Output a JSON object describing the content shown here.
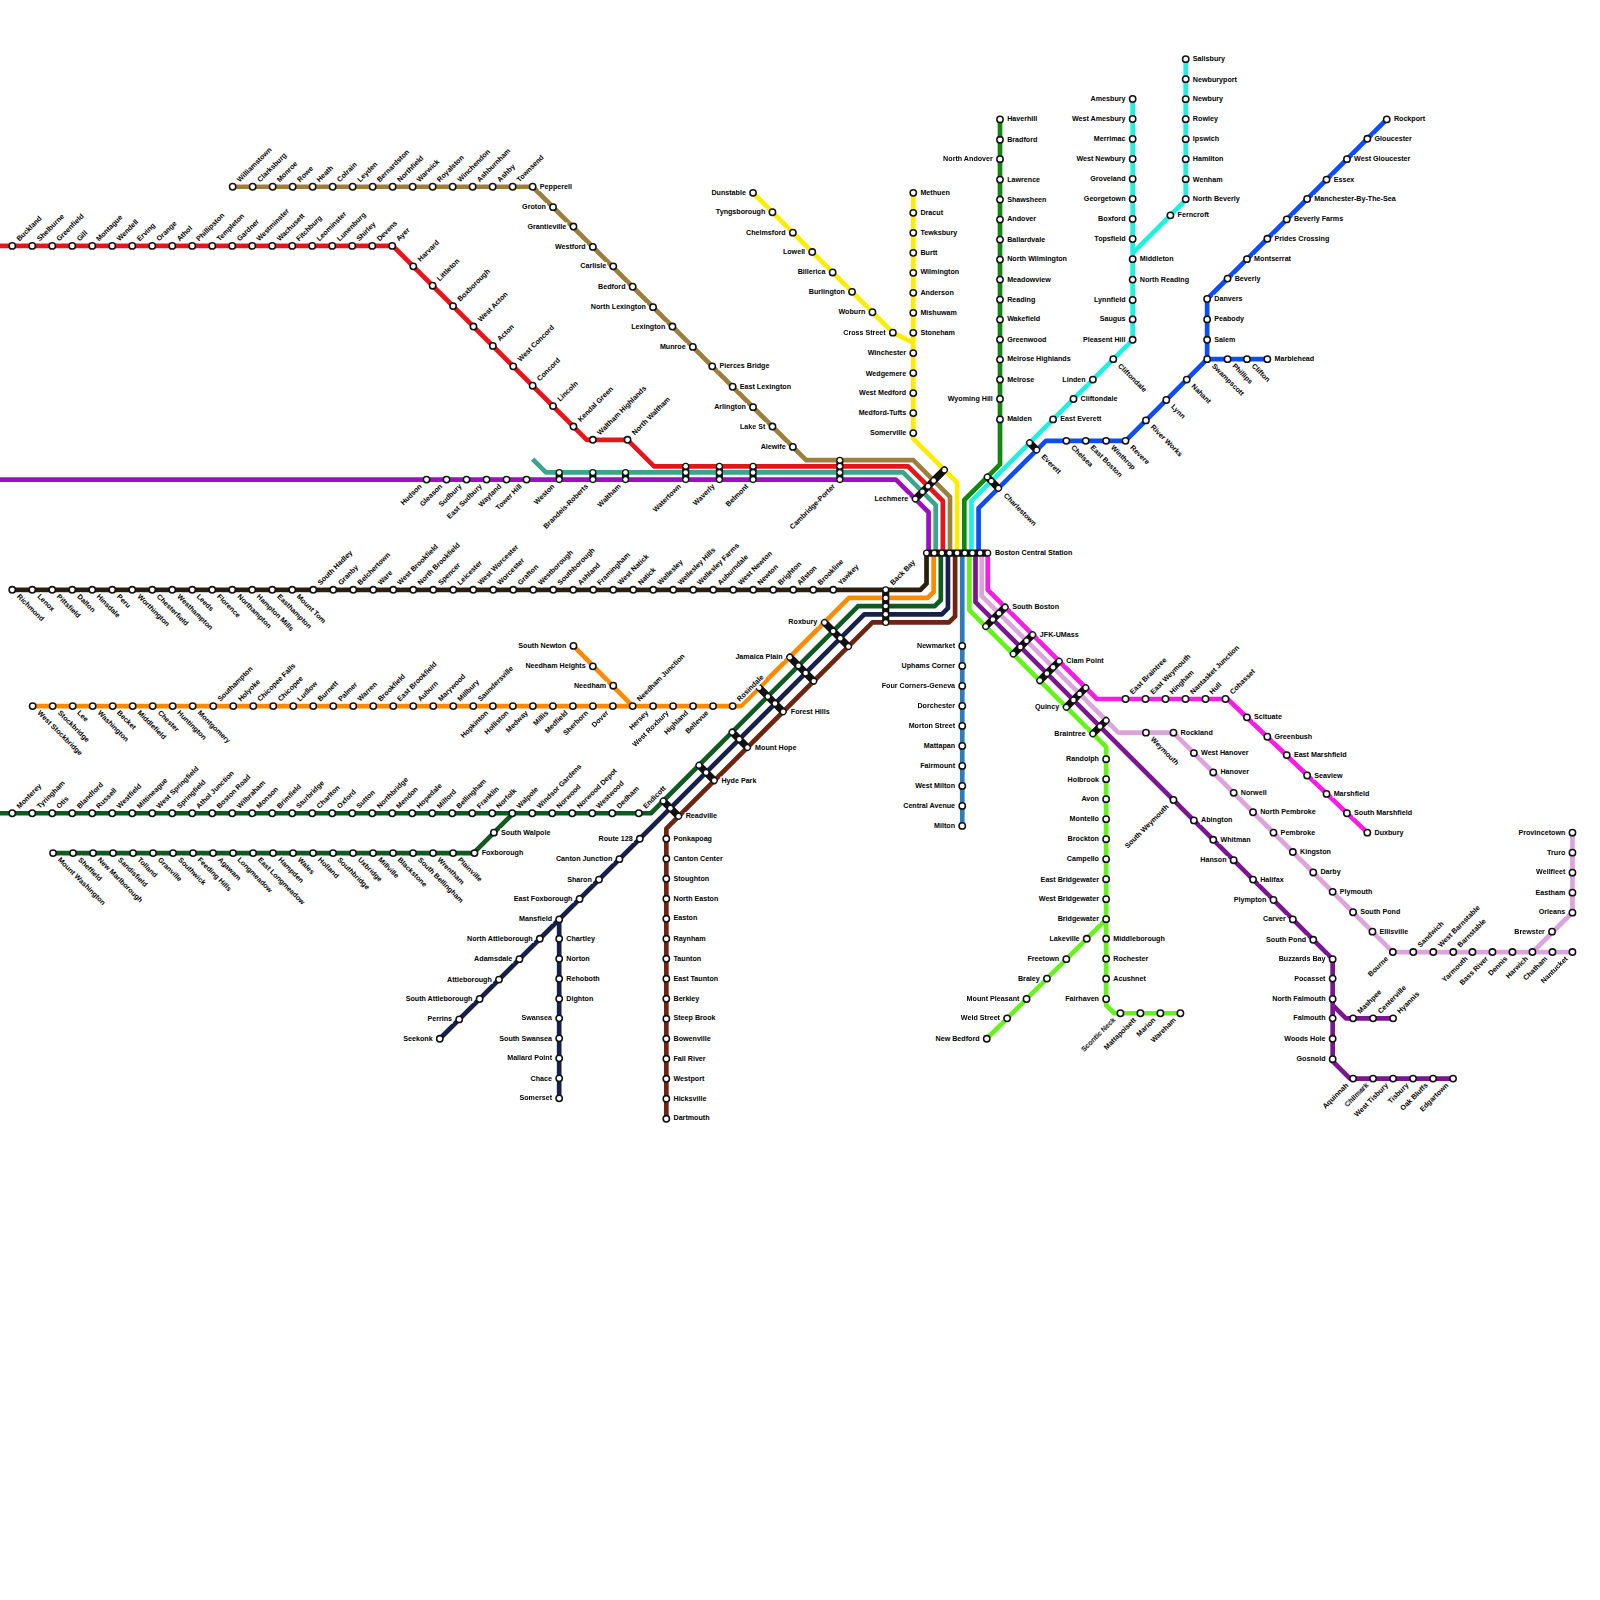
{
  "diagram": {
    "labels": [
      "Buckland",
      "Shelburne",
      "Greenfield",
      "Gill",
      "Montague",
      "Wendell",
      "Erving",
      "Orange",
      "Athol",
      "Phillipston",
      "Templeton",
      "Gardner",
      "Westminster",
      "Wachusett",
      "Fitchburg",
      "Leominster",
      "Lunenburg",
      "Shirley",
      "Devens",
      "Ayer",
      "Harvard",
      "Littleton",
      "Boxborough",
      "West Acton",
      "Acton",
      "West Concord",
      "Concord",
      "Lincoln",
      "Kendal Green",
      "Waltham Highlands",
      "North Waltham",
      "Hudson",
      "Gleason",
      "Sudbury",
      "East Sudbury",
      "Wayland",
      "Tower Hill",
      "Weston",
      "Brandeis-Roberts",
      "Waltham",
      "Watertown",
      "Waverly",
      "Belmont",
      "Cambridge-Porter",
      "Williamstown",
      "Clarksburg",
      "Monroe",
      "Rowe",
      "Heath",
      "Colrain",
      "Leyden",
      "Bernardston",
      "Northfield",
      "Warwick",
      "Royalston",
      "Winchendon",
      "Ashburnham",
      "Ashby",
      "Townsend",
      "Pepperell",
      "Groton",
      "Grantieville",
      "Westford",
      "Carlisle",
      "Bedford",
      "North Lexington",
      "Lexington",
      "Munroe",
      "Pierces Bridge",
      "East Lexington",
      "Arlington",
      "Lake St",
      "Alewife",
      "Dunstable",
      "Tyngsborough",
      "Chelmsford",
      "Lowell",
      "Billerica",
      "Burlington",
      "Woburn",
      "Cross Street",
      "Methuen",
      "Dracut",
      "Tewksbury",
      "Burtt",
      "Wilmington",
      "Anderson",
      "Mishuwam",
      "Stoneham",
      "Winchester",
      "Wedgemere",
      "West Medford",
      "Medford-Tufts",
      "Somerville",
      "Lechmere",
      "Haverhill",
      "Bradford",
      "North Andover",
      "Lawrence",
      "Shawsheen",
      "Andover",
      "Ballardvale",
      "North Wilmington",
      "Meadowview",
      "Reading",
      "Wakefield",
      "Greenwood",
      "Melrose Highlands",
      "Melrose",
      "Wyoming Hill",
      "Malden",
      "Amesbury",
      "West Amesbury",
      "Merrimac",
      "West Newbury",
      "Groveland",
      "Georgetown",
      "Boxford",
      "Topsfield",
      "Middleton",
      "North Reading",
      "Lynnfield",
      "Saugus",
      "Pleasent Hill",
      "Salisbury",
      "Newburyport",
      "Newbury",
      "Rowley",
      "Ipswich",
      "Hamilton",
      "Wenham",
      "North Beverly",
      "Ferncroft",
      "Cliftondale",
      "Linden",
      "Cliftondale",
      "East Everett",
      "Everett",
      "Charlestown",
      "Rockport",
      "Gloucester",
      "West Gloucester",
      "Essex",
      "Manchester-By-The-Sea",
      "Beverly Farms",
      "Prides Crossing",
      "Montserrat",
      "Beverly",
      "Danvers",
      "Peabody",
      "Salem",
      "Swampscott",
      "Phillips",
      "Clifton",
      "Marblehead",
      "Nahant",
      "Lynn",
      "River Works",
      "Revere",
      "Winthrop",
      "East Boston",
      "Chelsea",
      "Richmond",
      "Lenox",
      "Pittsfield",
      "Dalton",
      "Hinsdale",
      "Peru",
      "Worthington",
      "Chesterfield",
      "Westhampton",
      "Leeds",
      "Florence",
      "Northampton",
      "Hampton Mills",
      "Easthampton",
      "Mount Tom",
      "South Hadley",
      "Granby",
      "Belchertown",
      "Ware",
      "West Brookfield",
      "North Brookfield",
      "Spencer",
      "Leicester",
      "West Worcester",
      "Worcester",
      "Grafton",
      "Westborough",
      "Southborough",
      "Ashland",
      "Framingham",
      "West Natick",
      "Natick",
      "Wellesley",
      "Wellesley Hills",
      "Wellesley Farms",
      "Auburndale",
      "West Newton",
      "Newton",
      "Brighton",
      "Allston",
      "Brookline",
      "Yawkey",
      "Back Bay",
      "West Stockbridge",
      "Stockbridge",
      "Lee",
      "Washington",
      "Becket",
      "Middlefield",
      "Chester",
      "Huntington",
      "Montgomery",
      "Southampton",
      "Holyoke",
      "Chicopee Falls",
      "Chicopee",
      "Ludlow",
      "Burnett",
      "Palmer",
      "Warren",
      "Brookfield",
      "East Brookfield",
      "Auburn",
      "Marywood",
      "Millbury",
      "Saundersville",
      "Hopkinton",
      "Holliston",
      "Medway",
      "Millis",
      "Medfield",
      "Sherborn",
      "Dover",
      "Needham Junction",
      "Hersey",
      "West Roxbury",
      "Highland",
      "Bellevue",
      "Rosindale",
      "South Newton",
      "Needham Heights",
      "Needham",
      "Roxbury",
      "Jamaica Plain",
      "Forest Hills",
      "Mount Hope",
      "Hyde Park",
      "Readville",
      "Monterey",
      "Tyringham",
      "Otis",
      "Blandford",
      "Russell",
      "Westfield",
      "Mittineague",
      "West Springfield",
      "Springfield",
      "Athol Junction",
      "Boston Road",
      "Wilbraham",
      "Monson",
      "Brimfield",
      "Sturbridge",
      "Charlton",
      "Oxford",
      "Sutton",
      "Northbridge",
      "Mendon",
      "Hopedale",
      "Milford",
      "Bellingham",
      "Franklin",
      "Norfolk",
      "Walpole",
      "Windsor Gardens",
      "Norwood",
      "Norwood Depot",
      "Westwood",
      "Dedham",
      "Endicott",
      "South Walpole",
      "Foxborough",
      "Mount Washington",
      "Sheffield",
      "New Marlborough",
      "Sandisfield",
      "Tolland",
      "Granville",
      "Southwick",
      "Feeding Hills",
      "Agawam",
      "Longmeadow",
      "East Longmeadow",
      "Hampden",
      "Wales",
      "Holland",
      "Southbridge",
      "Uxbridge",
      "Millville",
      "Blackstone",
      "South Bellingham",
      "Wrentham",
      "Plainville",
      "Route 128",
      "Canton Junction",
      "Sharon",
      "East Foxborough",
      "Mansfield",
      "North Attleborough",
      "Adamsdale",
      "Attleborough",
      "South Attleborough",
      "Perrins",
      "Seekonk",
      "Chartley",
      "Norton",
      "Rehoboth",
      "Dighton",
      "Swansea",
      "South Swansea",
      "Mallard Point",
      "Chace",
      "Somerset",
      "Ponkapoag",
      "Canton Center",
      "Stoughton",
      "North Easton",
      "Easton",
      "Raynham",
      "Taunton",
      "East Taunton",
      "Berkley",
      "Steep Brook",
      "Bowenville",
      "Fall River",
      "Westport",
      "Hicksville",
      "Dartmouth",
      "Newmarket",
      "Uphams Corner",
      "Four Corners-Geneva",
      "Dorchester",
      "Morton Street",
      "Mattapan",
      "Fairmount",
      "West Milton",
      "Central Avenue",
      "Milton",
      "Boston Central Station",
      "South Boston",
      "JFK-UMass",
      "Clam Point",
      "Quincy",
      "Braintree",
      "Randolph",
      "Holbrook",
      "Avon",
      "Montello",
      "Brockton",
      "Campello",
      "East Bridgewater",
      "West Bridgewater",
      "Bridgewater",
      "Middleborough",
      "Rochester",
      "Acushnet",
      "Fairhaven",
      "Scontic Neck",
      "Mattapoisett",
      "Marion",
      "Wareham",
      "Lakeville",
      "Freetown",
      "Braley",
      "Mount Pleasant",
      "Weld Street",
      "New Bedford",
      "East Braintree",
      "East Weymouth",
      "Hingham",
      "Nantasket Junction",
      "Hull",
      "Cohasset",
      "Scituate",
      "Greenbush",
      "East Marshfield",
      "Seaview",
      "Marshfield",
      "South Marshfield",
      "Duxbury",
      "Weymouth",
      "Rockland",
      "West Hanover",
      "Hanover",
      "Norwell",
      "North Pembroke",
      "Pembroke",
      "Kingston",
      "Darby",
      "Plymouth",
      "South Pond",
      "Ellisville",
      "Bourne",
      "Sandwich",
      "West Barnstable",
      "Barnstable",
      "Yarmouth",
      "Bass River",
      "Dennis",
      "Harwich",
      "Chatham",
      "Nantucket",
      "Provincetown",
      "Truro",
      "Wellfleet",
      "Eastham",
      "Orleans",
      "Brewster",
      "South Weymouth",
      "Abington",
      "Whitman",
      "Hanson",
      "Halifax",
      "Plympton",
      "Carver",
      "South Pond",
      "Buzzards Bay",
      "Pocasset",
      "North Falmouth",
      "Falmouth",
      "Woods Hole",
      "Gosnold",
      "Mashpee",
      "Centerville",
      "Hyannis",
      "Aquinnah",
      "Chilmark",
      "West Tisbury",
      "Tisbury",
      "Oak Bluffs",
      "Edgartown"
    ]
  }
}
